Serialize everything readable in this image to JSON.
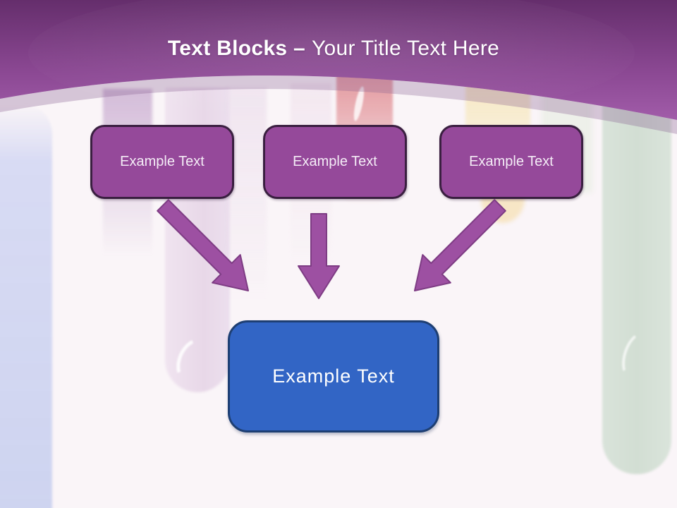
{
  "slide": {
    "title": {
      "emphasis": "Text Blocks –",
      "rest": "Your Title Text Here"
    },
    "top_boxes": [
      {
        "label": "Example Text"
      },
      {
        "label": "Example Text"
      },
      {
        "label": "Example Text"
      }
    ],
    "result_box": {
      "label": "Example Text"
    },
    "connections": [
      {
        "from": "top-box-1",
        "to": "result-box",
        "style": "diagonal-down-right-arrow"
      },
      {
        "from": "top-box-2",
        "to": "result-box",
        "style": "straight-down-arrow"
      },
      {
        "from": "top-box-3",
        "to": "result-box",
        "style": "diagonal-down-left-arrow"
      }
    ],
    "colors": {
      "header_purple_dark": "#652e6c",
      "header_purple_light": "#a15ca9",
      "box_fill": "#95499a",
      "box_border": "#3a1f40",
      "arrow_fill": "#9d50a2",
      "result_fill": "#3265c5",
      "result_border": "#1e3f73",
      "background": "#faf5f8"
    }
  }
}
